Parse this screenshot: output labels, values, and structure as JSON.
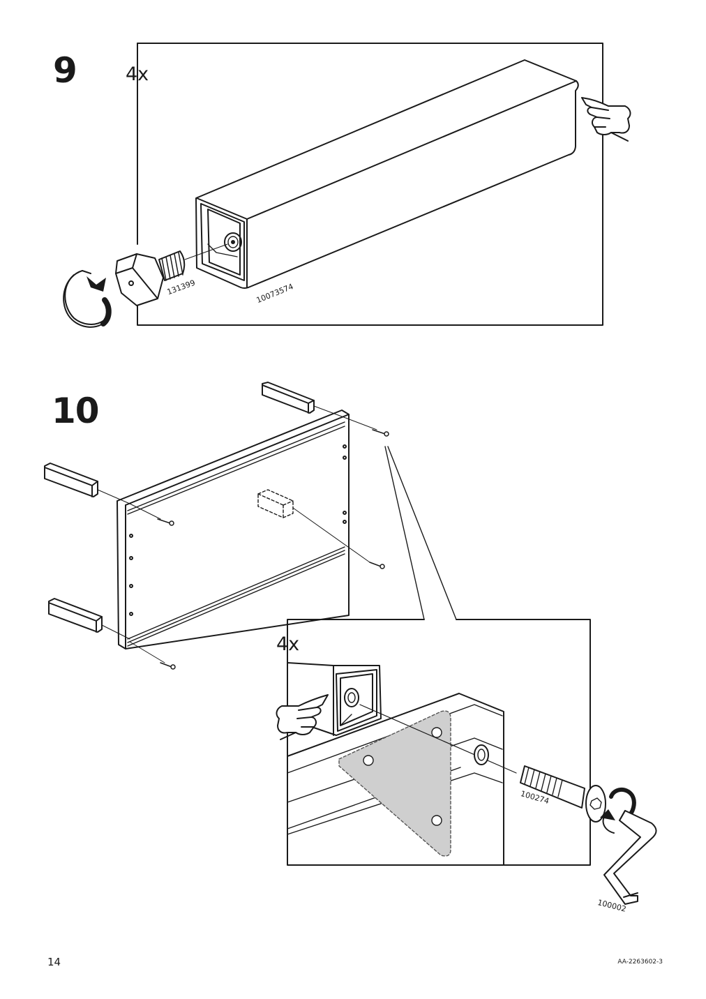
{
  "steps": [
    {
      "number": "9",
      "quantity": "4x",
      "parts": {
        "foot": "131399",
        "leg": "10073574"
      }
    },
    {
      "number": "10",
      "quantity": "4x",
      "parts": {
        "bolt": "100274",
        "key": "100002"
      }
    }
  ],
  "footer": {
    "page_number": "14",
    "doc_code": "AA-2263602-3"
  },
  "icons": [
    "hand-push-icon",
    "rotate-arrow-icon",
    "hex-key-icon"
  ]
}
